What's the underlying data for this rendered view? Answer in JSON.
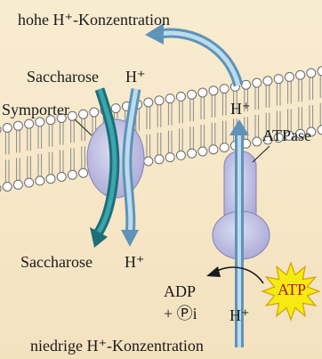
{
  "labels": {
    "high_concentration": "hohe H⁺-Konzentration",
    "low_concentration": "niedrige H⁺-Konzentration",
    "saccharose_top": "Saccharose",
    "proton_top": "H⁺",
    "symporter": "Symporter",
    "atpase": "ATPase",
    "proton_pump": "H⁺",
    "saccharose_bottom": "Saccharose",
    "proton_bottom": "H⁺",
    "adp": "ADP",
    "phosphate": "+ Ⓟi",
    "proton_atp": "H⁺",
    "atp": "ATP"
  }
}
